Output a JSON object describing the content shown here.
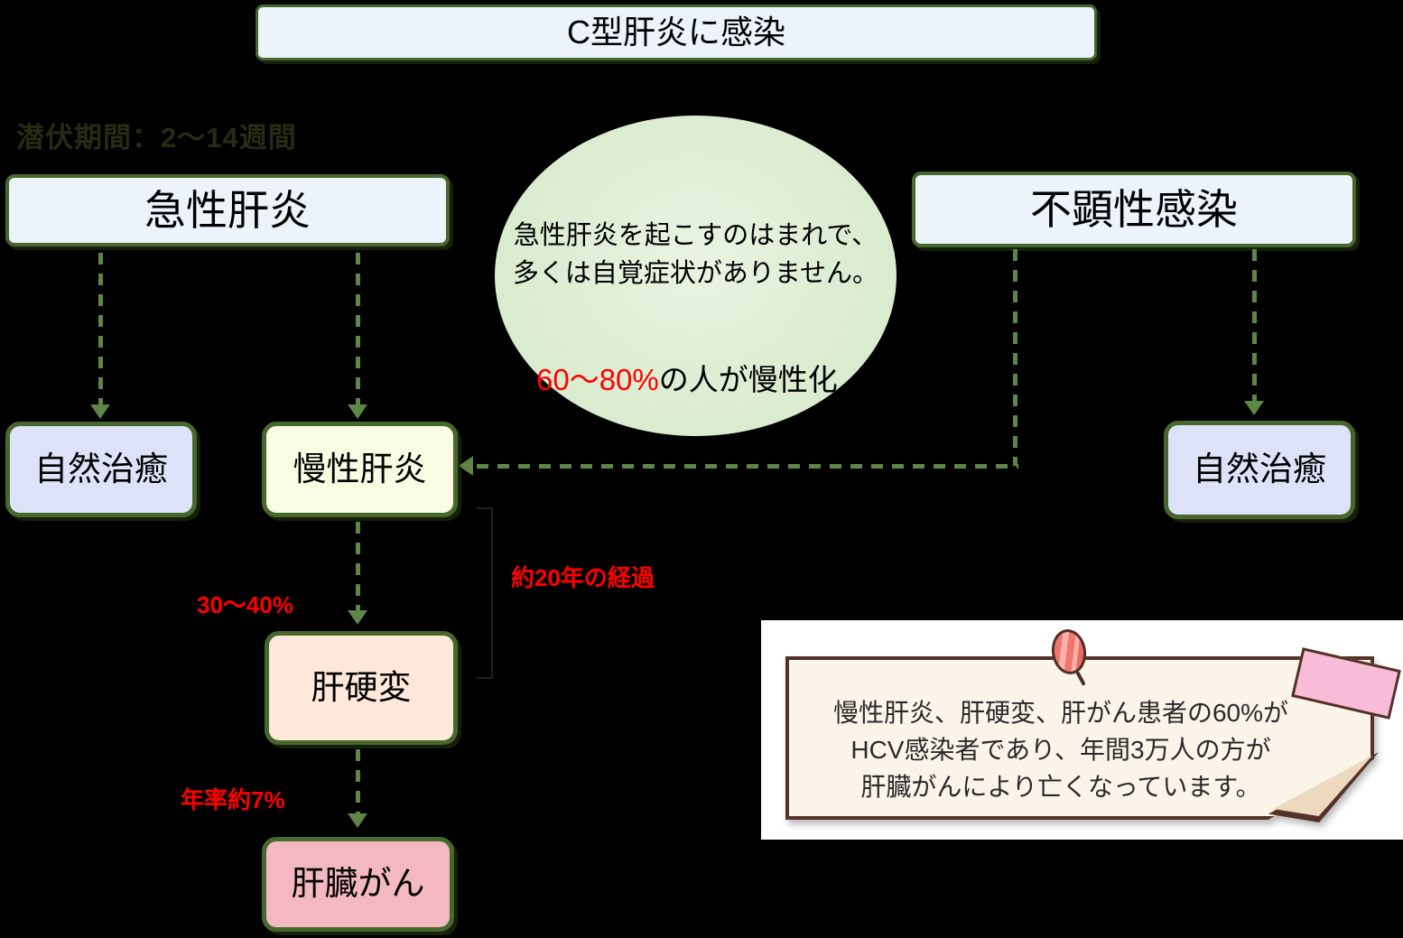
{
  "title": "C型肝炎に感染",
  "incubation": "潜伏期間：2〜14週間",
  "boxes": {
    "acute": "急性肝炎",
    "inapparent": "不顕性感染",
    "natural_left": "自然治癒",
    "chronic": "慢性肝炎",
    "natural_right": "自然治癒",
    "cirrhosis": "肝硬変",
    "cancer": "肝臓がん"
  },
  "ellipse_note": {
    "line1": "急性肝炎を起こすのはまれで、",
    "line2": "多くは自覚症状がありません。",
    "rate": "60〜80%",
    "rate_suffix": "の人が慢性化"
  },
  "edge_labels": {
    "to_cirrhosis_rate": "30〜40%",
    "duration": "約20年の経過",
    "to_cancer_rate": "年率約7%"
  },
  "memo": {
    "line1": "慢性肝炎、肝硬変、肝がん患者の60%が",
    "line2": "HCV感染者であり、年間3万人の方が",
    "line3": "肝臓がんにより亡くなっています。"
  },
  "colors": {
    "box_border_green": "#47682c",
    "arrow_green": "#5d8647",
    "light_blue_fill": "#edf3fb",
    "lavender_fill": "#dee2f8",
    "yellow_green_fill": "#f9fce2",
    "peach_fill": "#fde8da",
    "pink_fill": "#f4b9c0",
    "ellipse_fill": "#dcedd2",
    "accent_red": "#ff0000",
    "memo_paper": "#fbf4e9",
    "memo_border_brown": "#553228",
    "tape_pink": "#f8bcd8",
    "background": "#000000"
  }
}
